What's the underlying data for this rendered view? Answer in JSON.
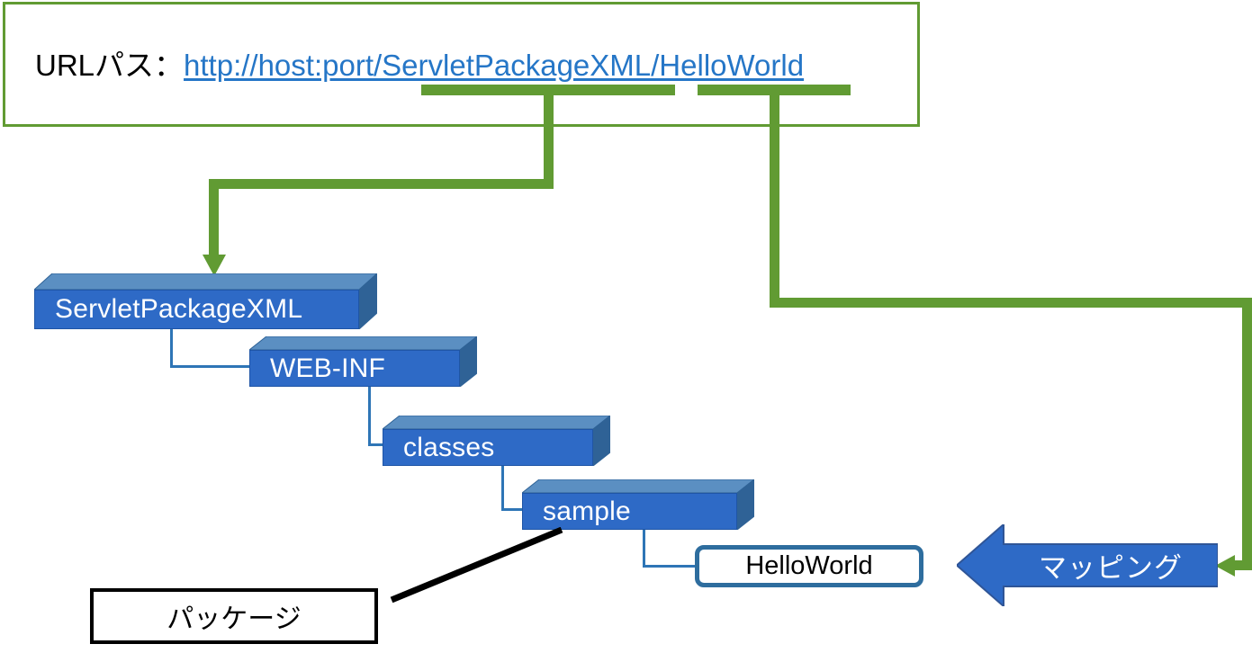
{
  "url_panel": {
    "label": "URLパス：",
    "link": "http://host:port/ServletPackageXML/HelloWorld",
    "highlight_segments": [
      "ServletPackageXML",
      "HelloWorld"
    ],
    "border_color": "#619b33",
    "link_color": "#2576c7"
  },
  "tree": {
    "nodes": [
      {
        "name": "ServletPackageXML"
      },
      {
        "name": "WEB-INF"
      },
      {
        "name": "classes"
      },
      {
        "name": "sample"
      }
    ],
    "box_face_color": "#2e6ac6",
    "box_top_color": "#5b8fc2",
    "box_side_color": "#2f6296",
    "connector_color": "#2e75b6"
  },
  "servlet": {
    "name": "HelloWorld",
    "border_color": "#2e6d9e"
  },
  "callout": {
    "label": "パッケージ",
    "border_color": "#000000"
  },
  "mapping": {
    "label": "マッピング",
    "fill_color": "#2e6ac6",
    "outline_color": "#2f5597"
  },
  "connectors": {
    "color": "#619b33"
  }
}
